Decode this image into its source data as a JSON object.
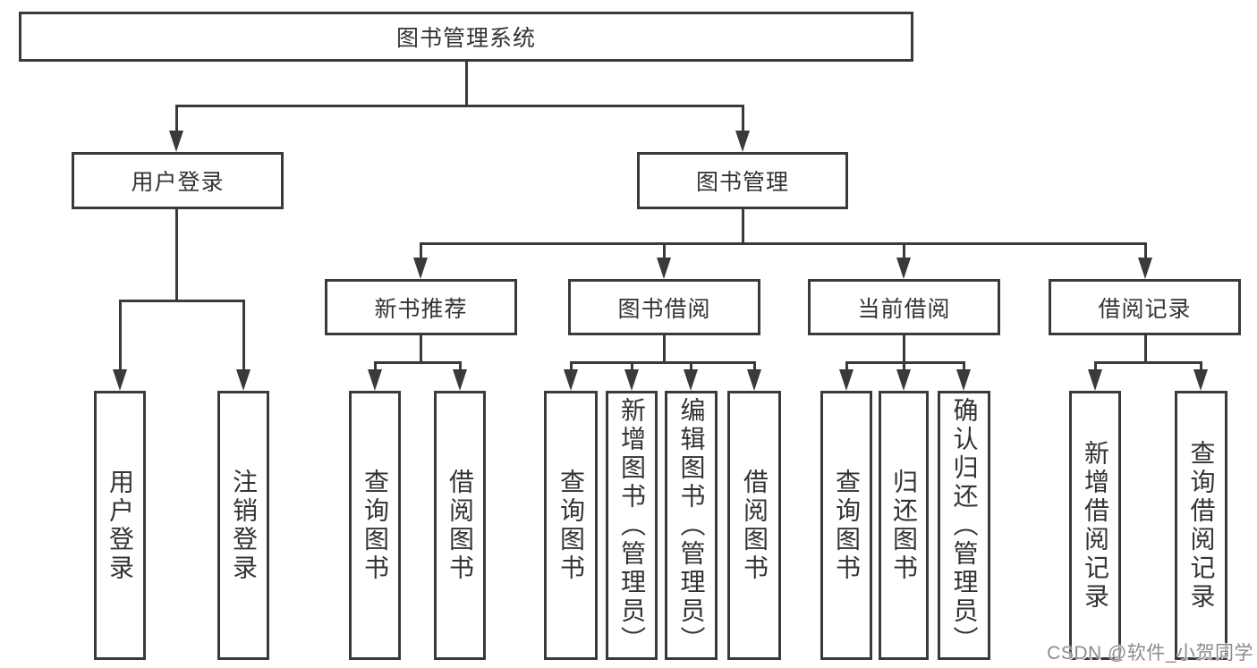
{
  "title": "图书管理系统",
  "level2": {
    "user_login": "用户登录",
    "book_management": "图书管理"
  },
  "level3": {
    "new_books": "新书推荐",
    "book_borrow": "图书借阅",
    "current_borrow": "当前借阅",
    "borrow_records": "借阅记录"
  },
  "children": {
    "user_login": [
      "用户登录",
      "注销登录"
    ],
    "new_books": [
      "查询图书",
      "借阅图书"
    ],
    "book_borrow": [
      "查询图书",
      "新增图书（管理员）",
      "编辑图书（管理员）",
      "借阅图书"
    ],
    "current_borrow": [
      "查询图书",
      "归还图书",
      "确认归还（管理员）"
    ],
    "borrow_records": [
      "新增借阅记录",
      "查询借阅记录"
    ]
  },
  "watermark": {
    "text": "CSDN @软件_小贺同学"
  },
  "colors": {
    "background": "#ffffff",
    "box_fill": "#ffffff",
    "box_border": "#3a3a3a",
    "line": "#3a3a3a",
    "text": "#333333",
    "watermark": "#8f8a8a"
  }
}
